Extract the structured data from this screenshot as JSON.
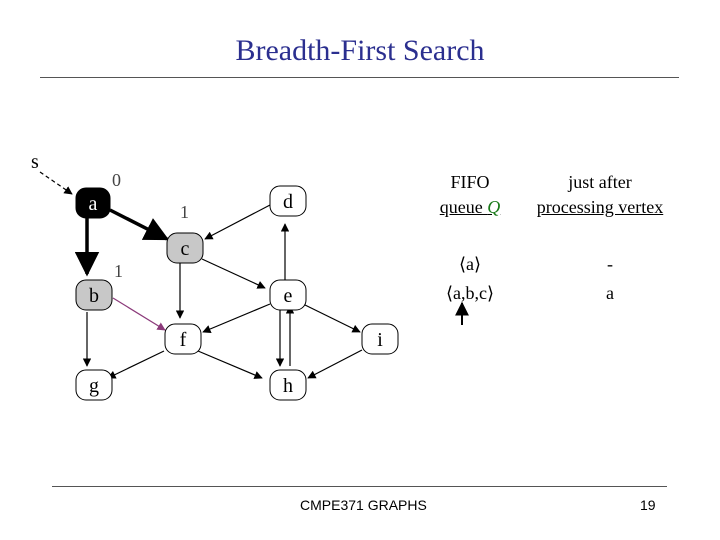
{
  "title": "Breadth-First Search",
  "graph": {
    "source_label": "s",
    "nodes": {
      "a": "a",
      "b": "b",
      "c": "c",
      "d": "d",
      "e": "e",
      "f": "f",
      "g": "g",
      "h": "h",
      "i": "i"
    },
    "distances": {
      "a": "0",
      "b": "1",
      "c": "1"
    }
  },
  "table": {
    "col1_line1": "FIFO",
    "col1_line2_prefix": "queue ",
    "col1_line2_var": "Q",
    "col2_line1": "just after",
    "col2_line2": "processing vertex",
    "rows": [
      {
        "queue": "⟨a⟩",
        "vertex": "-"
      },
      {
        "queue": "⟨a,b,c⟩",
        "vertex": "a"
      }
    ]
  },
  "footer": {
    "left": "CMPE371 GRAPHS",
    "page": "19"
  },
  "colors": {
    "title": "#2b2f8f",
    "visited": "#000000",
    "discovered": "#c8c8c8",
    "undiscovered": "#ffffff",
    "tree_edge": "#000000",
    "current_edge": "#8b3a7a",
    "queue_var": "#1a7a1a"
  }
}
